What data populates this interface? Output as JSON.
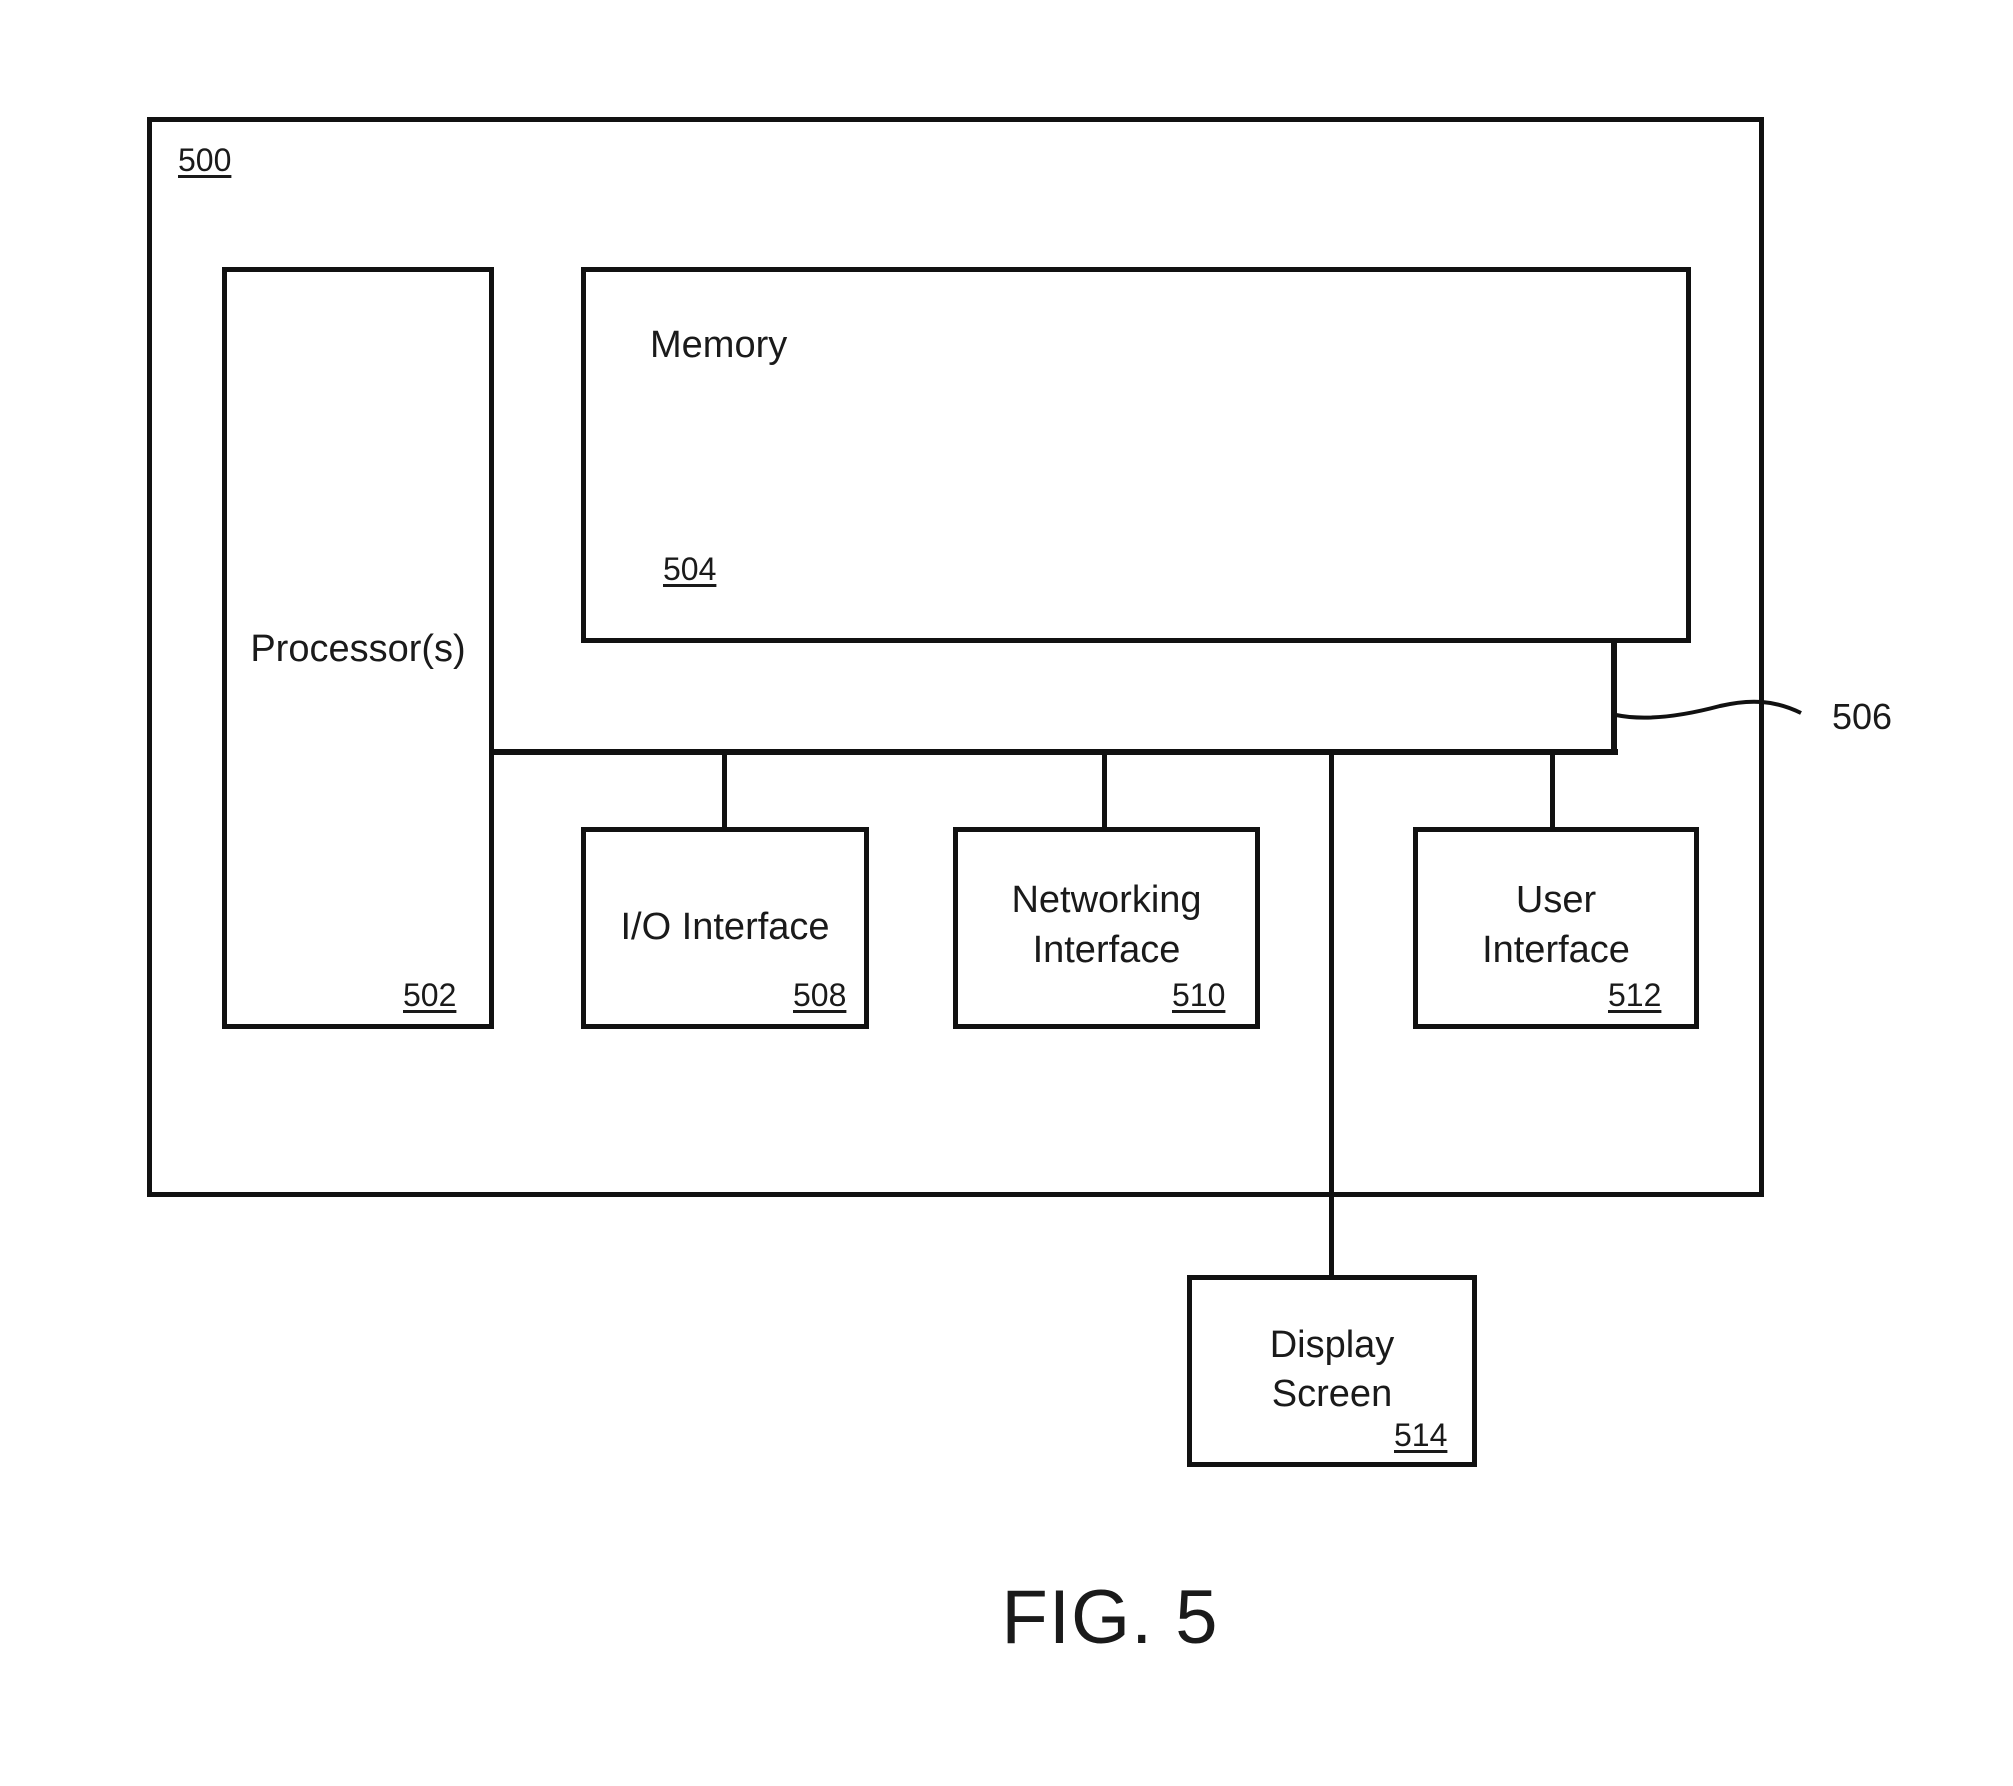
{
  "figure": {
    "caption": "FIG. 5",
    "system": {
      "ref": "500"
    },
    "bus": {
      "ref": "506"
    },
    "components": [
      {
        "id": "processor",
        "label_lines": [
          "Processor(s)"
        ],
        "ref": "502"
      },
      {
        "id": "memory",
        "label_lines": [
          "Memory"
        ],
        "ref": "504"
      },
      {
        "id": "io-interface",
        "label_lines": [
          "I/O Interface"
        ],
        "ref": "508"
      },
      {
        "id": "networking-interface",
        "label_lines": [
          "Networking",
          "Interface"
        ],
        "ref": "510"
      },
      {
        "id": "user-interface",
        "label_lines": [
          "User",
          "Interface"
        ],
        "ref": "512"
      },
      {
        "id": "display-screen",
        "label_lines": [
          "Display",
          "Screen"
        ],
        "ref": "514"
      }
    ]
  }
}
